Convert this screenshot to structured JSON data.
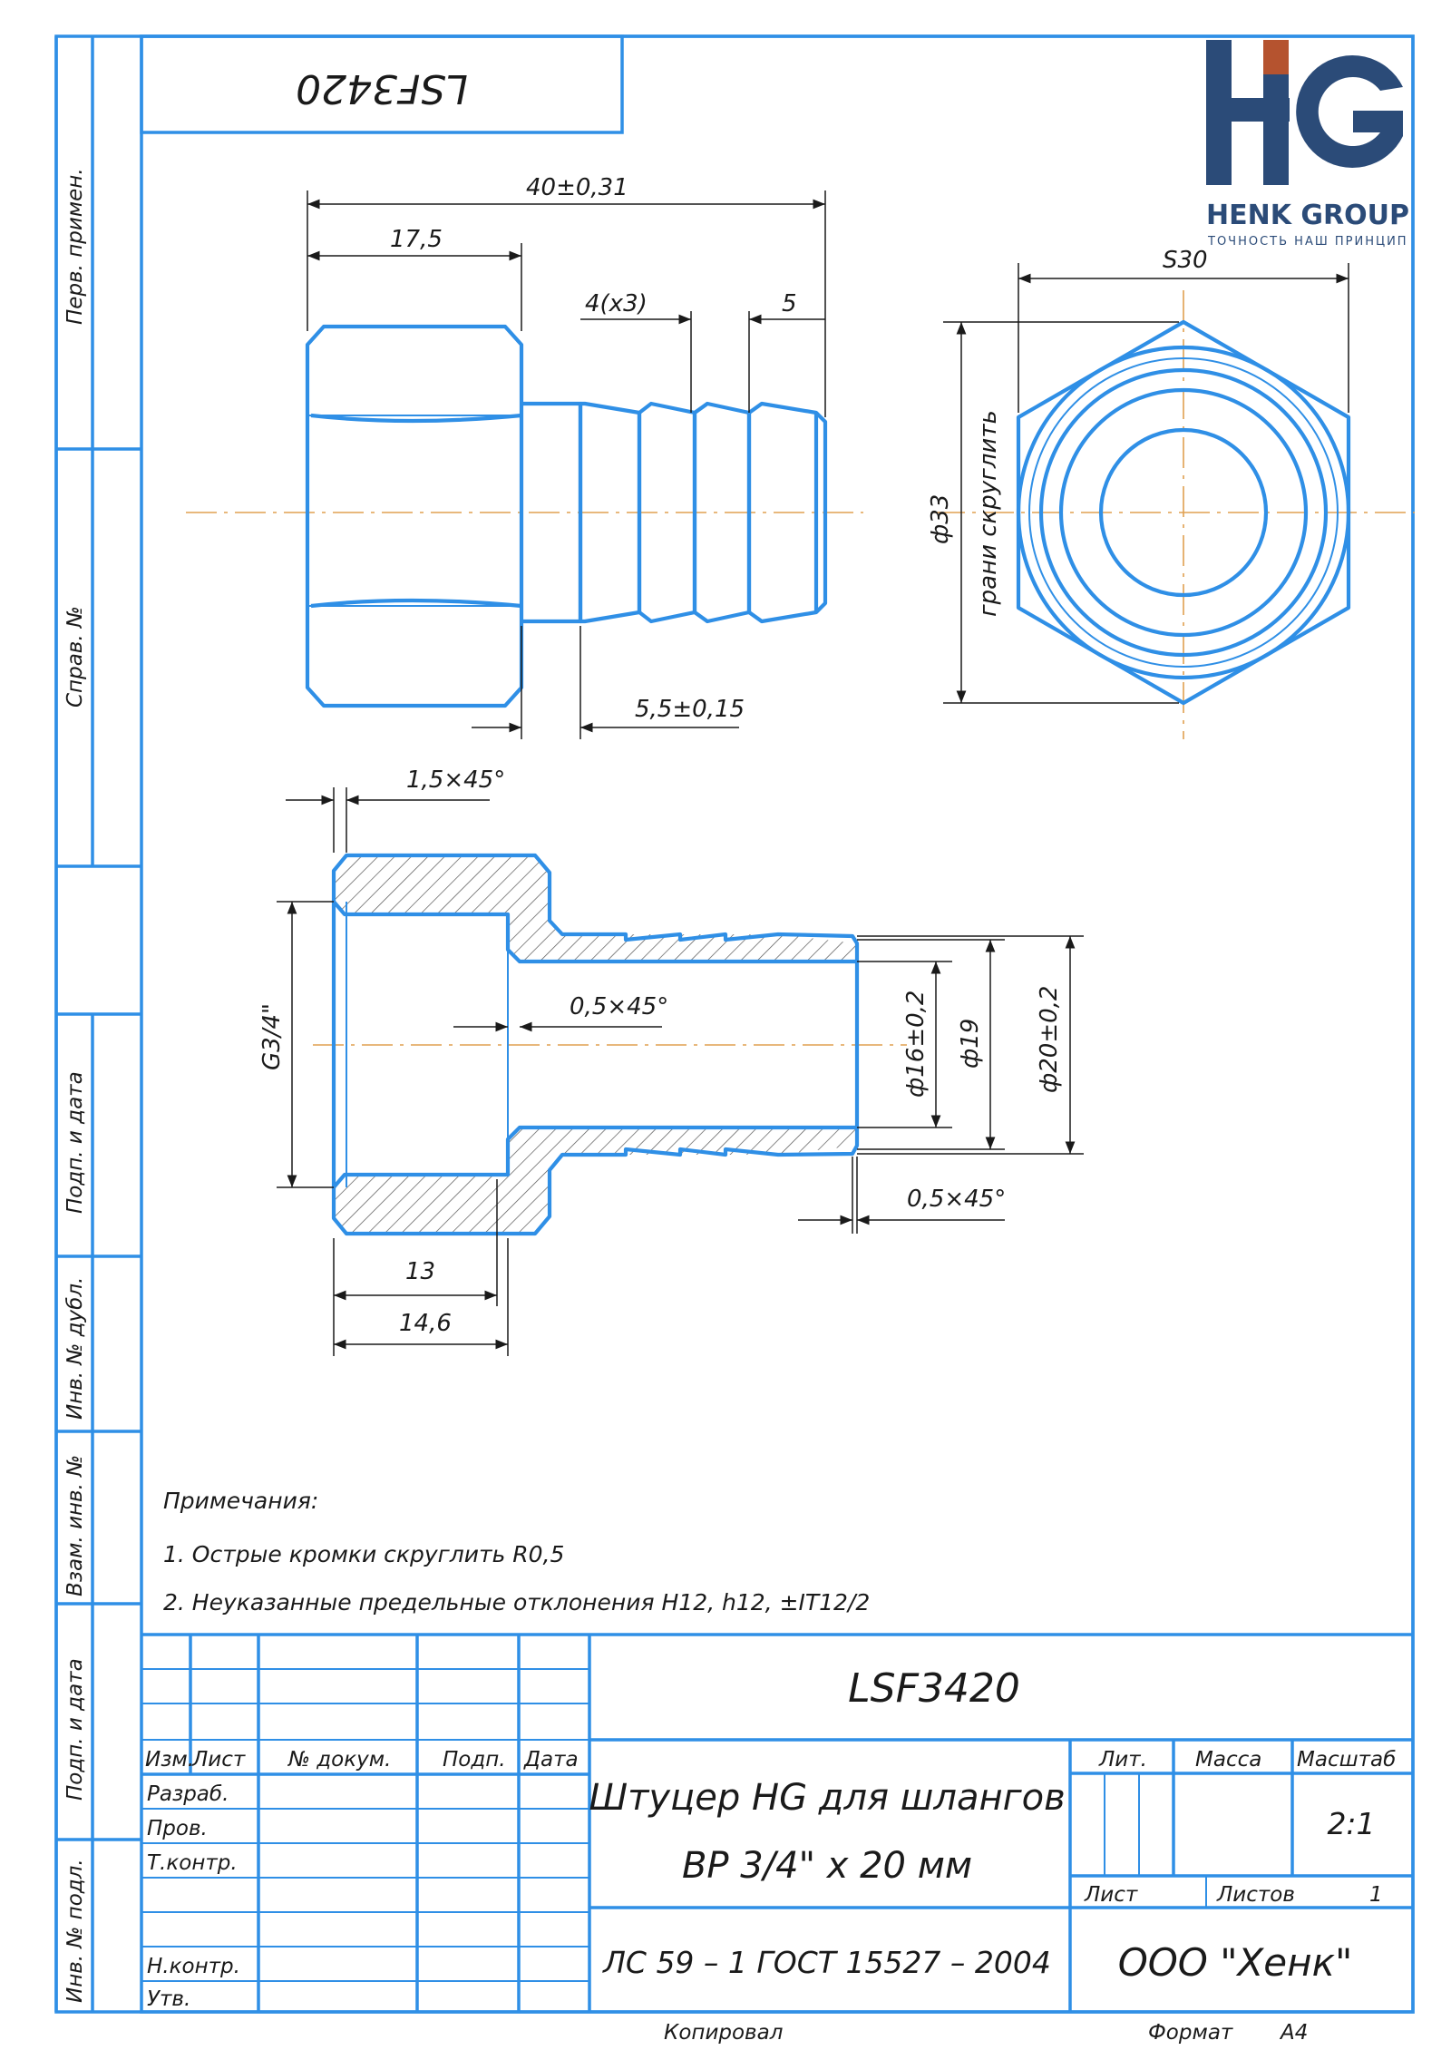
{
  "drawing": {
    "code": "LSF3420",
    "code_mirrored": "LSF3420",
    "title_line1": "Штуцер HG для шлангов",
    "title_line2": "ВР 3/4\" х 20 мм",
    "material": "ЛС 59 – 1 ГОСТ 15527 – 2004",
    "company": "ООО \"Хенк\"",
    "scale": "2:1",
    "sheets_count": "1"
  },
  "logo": {
    "name": "HENK GROUP",
    "slogan": "ТОЧНОСТЬ НАШ ПРИНЦИП",
    "colors": {
      "navy": "#2b4b78",
      "brown": "#b5532f"
    }
  },
  "side_labels": {
    "perv_primen": "Перв. примен.",
    "sprav_no": "Справ. №",
    "podp_data_1": "Подп. и дата",
    "inv_dubl": "Инв. № дубл.",
    "vzam_inv": "Взам. инв. №",
    "podp_data_2": "Подп. и дата",
    "inv_podl": "Инв. № подл."
  },
  "dims": {
    "total_length": "40±0,31",
    "hex_length": "17,5",
    "rib_pitch": "4(x3)",
    "rib_end": "5",
    "neck": "5,5±0,15",
    "across_flats": "S30",
    "across_corners": "ф33",
    "edge_note": "грани скруглить",
    "chamfer_outer": "1,5×45°",
    "chamfer_inner": "0,5×45°",
    "chamfer_end": "0,5×45°",
    "thread": "G3/4\"",
    "bore": "ф16±0,2",
    "d19": "ф19",
    "d20": "ф20±0,2",
    "depth13": "13",
    "depth146": "14,6"
  },
  "notes": {
    "heading": "Примечания:",
    "n1": "1. Острые кромки скруглить R0,5",
    "n2": "2. Неуказанные предельные отклонения Н12, h12, ±IT12/2"
  },
  "stamp": {
    "izm": "Изм.",
    "list": "Лист",
    "doc": "№ докум.",
    "podp": "Подп.",
    "data": "Дата",
    "razrab": "Разраб.",
    "prov": "Пров.",
    "tkontr": "Т.контр.",
    "nkontr": "Н.контр.",
    "utv": "Утв.",
    "lit": "Лит.",
    "massa": "Масса",
    "masshtab": "Масштаб",
    "list2": "Лист",
    "listov": "Листов",
    "kopiroval": "Копировал",
    "format": "Формат",
    "format_val": "А4"
  }
}
